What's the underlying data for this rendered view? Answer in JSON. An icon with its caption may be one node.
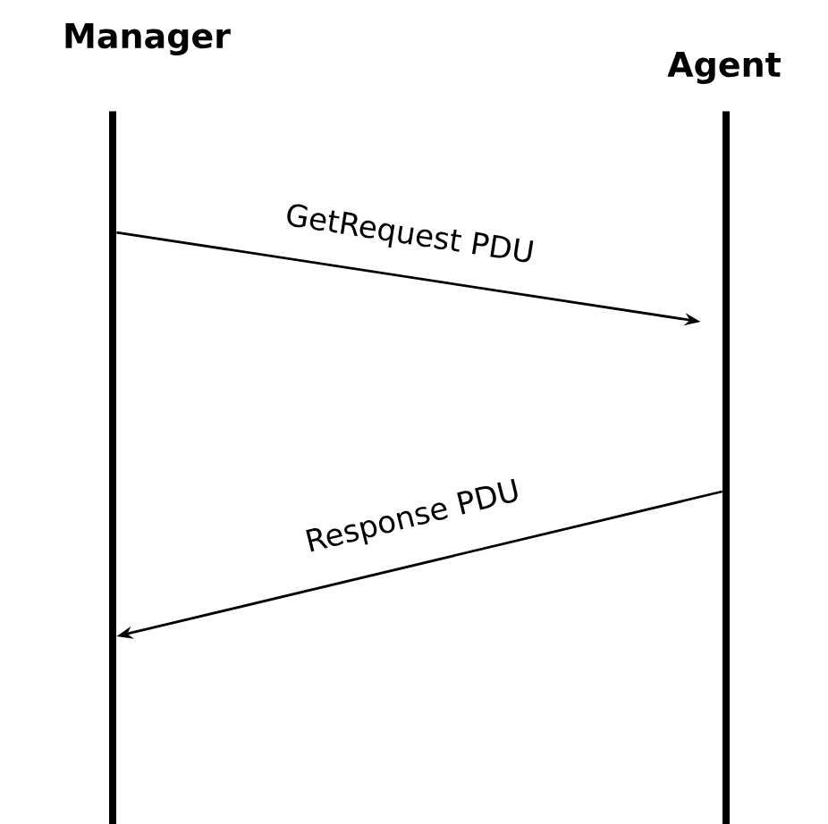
{
  "diagram": {
    "nodes": [
      {
        "text": [
          "Manager"
        ]
      },
      {
        "text": [
          "Agent"
        ]
      }
    ],
    "edges": [
      {
        "from": 0,
        "to": 1,
        "arrow": "to",
        "label": "GetRequest PDU"
      },
      {
        "from": 1,
        "to": 0,
        "arrow": "to",
        "label": "Response PDU"
      }
    ]
  }
}
